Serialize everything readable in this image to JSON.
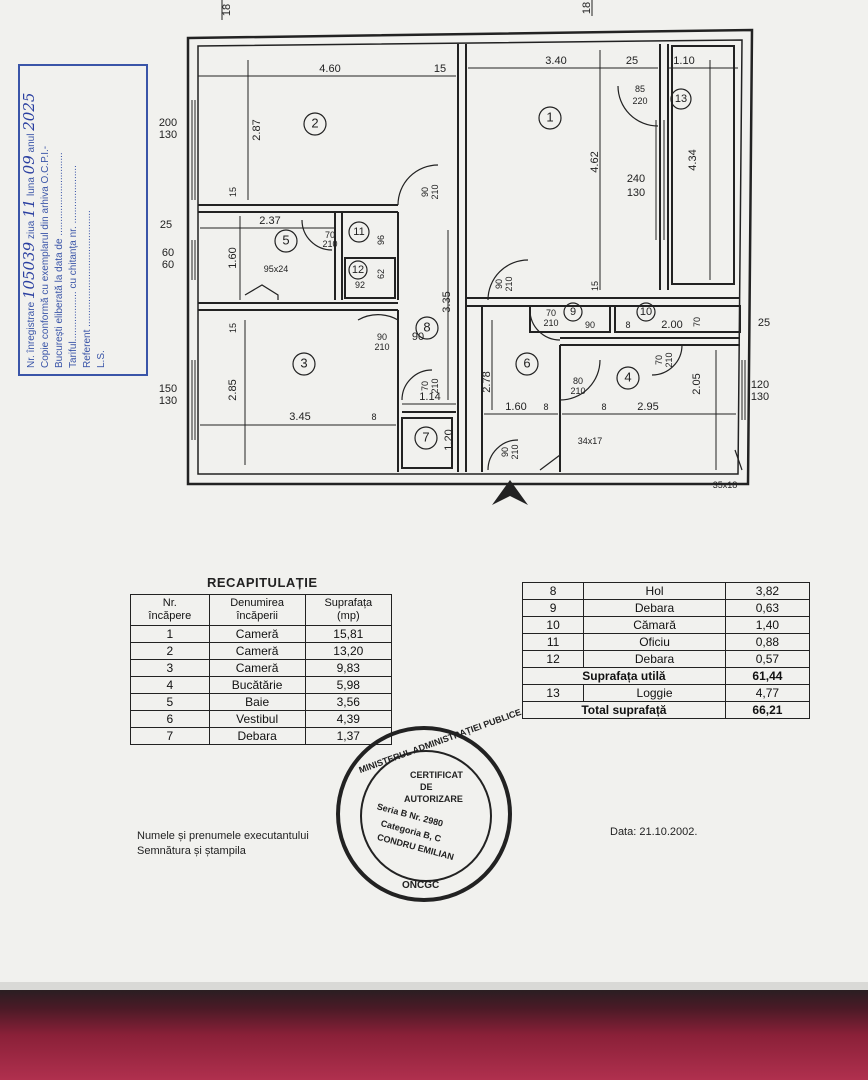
{
  "plan": {
    "dims": {
      "top_left_len": "4.60",
      "top_left_15": "15",
      "top_mid_len": "3.40",
      "top_mid_25": "25",
      "top_right_len": "1.10",
      "r2_height": "2.87",
      "r2_15": "15",
      "win_left_top": "200",
      "win_left_top_b": "130",
      "r1_height": "4.62",
      "r1_15": "15",
      "win_r1": "240",
      "win_r1_b": "130",
      "loggia_h": "4.34",
      "door_r1": "85",
      "door_r1_b": "220",
      "door_r8_top": "90",
      "door_r8_top_b": "210",
      "r5_w": "2.37",
      "r5_h": "1.60",
      "r5_25": "25",
      "win_r5": "60",
      "win_r5_b": "60",
      "r5_vent": "95x24",
      "d11": "70",
      "d11_b": "210",
      "r11_96": "96",
      "r12_62": "62",
      "r12_92": "92",
      "hall_h": "3.35",
      "d8_r3": "90",
      "d8_r3_b": "210",
      "r3_15": "15",
      "r3_h": "2.85",
      "r3_w": "3.45",
      "r3_8": "8",
      "win_r3": "150",
      "win_r3_b": "130",
      "d7": "70",
      "d7_b": "210",
      "r7_w": "1.14",
      "r7_h": "1.20",
      "d6_top": "90",
      "d6_top_b": "210",
      "r6_h": "2.78",
      "r6_w": "1.60",
      "r6_8": "8",
      "d9": "70",
      "d9_b": "210",
      "r9_90": "90",
      "r10_8": "8",
      "r10_w": "2.00",
      "r10_70": "70",
      "right_25": "25",
      "d4": "70",
      "d4_b": "210",
      "d6_4": "80",
      "d6_4_b": "210",
      "r4_w": "2.95",
      "r4_h": "2.05",
      "r4_8": "8",
      "win_r4": "120",
      "win_r4_b": "130",
      "entry": "90",
      "entry_b": "210",
      "vent_34": "34x17",
      "vent_35": "35x18",
      "edge_18a": "18",
      "edge_18b": "18"
    },
    "rooms": [
      "1",
      "2",
      "3",
      "4",
      "5",
      "6",
      "7",
      "8",
      "9",
      "10",
      "11",
      "12",
      "13"
    ]
  },
  "recap": {
    "title": "RECAPITULAȚIE",
    "headers": [
      "Nr.\nîncăpere",
      "Denumirea\nîncăperii",
      "Suprafața\n(mp)"
    ],
    "left_rows": [
      [
        "1",
        "Cameră",
        "15,81"
      ],
      [
        "2",
        "Cameră",
        "13,20"
      ],
      [
        "3",
        "Cameră",
        "9,83"
      ],
      [
        "4",
        "Bucătărie",
        "5,98"
      ],
      [
        "5",
        "Baie",
        "3,56"
      ],
      [
        "6",
        "Vestibul",
        "4,39"
      ],
      [
        "7",
        "Debara",
        "1,37"
      ]
    ],
    "right_rows": [
      [
        "8",
        "Hol",
        "3,82"
      ],
      [
        "9",
        "Debara",
        "0,63"
      ],
      [
        "10",
        "Cămară",
        "1,40"
      ],
      [
        "11",
        "Oficiu",
        "0,88"
      ],
      [
        "12",
        "Debara",
        "0,57"
      ]
    ],
    "util_label": "Suprafața utilă",
    "util_value": "61,44",
    "loggia_nr": "13",
    "loggia_label": "Loggie",
    "loggia_value": "4,77",
    "total_label": "Total suprafață",
    "total_value": "66,21"
  },
  "footer": {
    "line1": "Numele și prenumele executantului",
    "line2": "Semnătura și ștampila",
    "date": "Data:  21.10.2002."
  },
  "stamp_left": {
    "l1_pre": "Nr. înregistrare",
    "l1_num": "105039",
    "l1_mid": "ziua",
    "l1_day": "11",
    "l1_luna": "luna",
    "l1_month": "09",
    "l1_anul": "anul",
    "l1_year": "2025",
    "l2": "Copie conformă cu exemplarul din arhiva O.C.P.I.-",
    "l3": "București eliberată la data de ..............................",
    "l4": "Tariful.................. cu chitanța nr. .....................",
    "l5": "Referent ..........................................",
    "l6": "L.S."
  },
  "stamp_round": {
    "outer": "MINISTERUL ADMINISTRAȚIEI PUBLICE",
    "bottom": "ONCGC",
    "c1": "CERTIFICAT",
    "c2": "DE",
    "c3": "AUTORIZARE",
    "c4": "Seria B Nr. 2980",
    "c5": "Categoria B, C",
    "c6": "CONDRU EMILIAN"
  },
  "colors": {
    "paper": "#f1f1ee",
    "ink": "#222222",
    "blue_ink": "#3a55a8",
    "fabric": "#b0304e"
  }
}
